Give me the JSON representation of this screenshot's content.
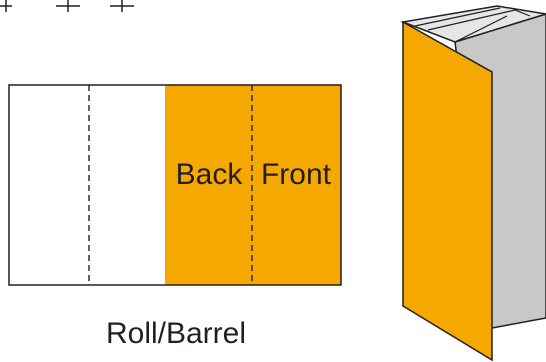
{
  "diagram": {
    "panel_labels": {
      "back": "Back",
      "front": "Front"
    },
    "caption": "Roll/Barrel",
    "colors": {
      "panel_fill": "#f5a800",
      "outline": "#231f20",
      "inner_panel": "#c8c8c8",
      "background": "#ffffff"
    }
  }
}
